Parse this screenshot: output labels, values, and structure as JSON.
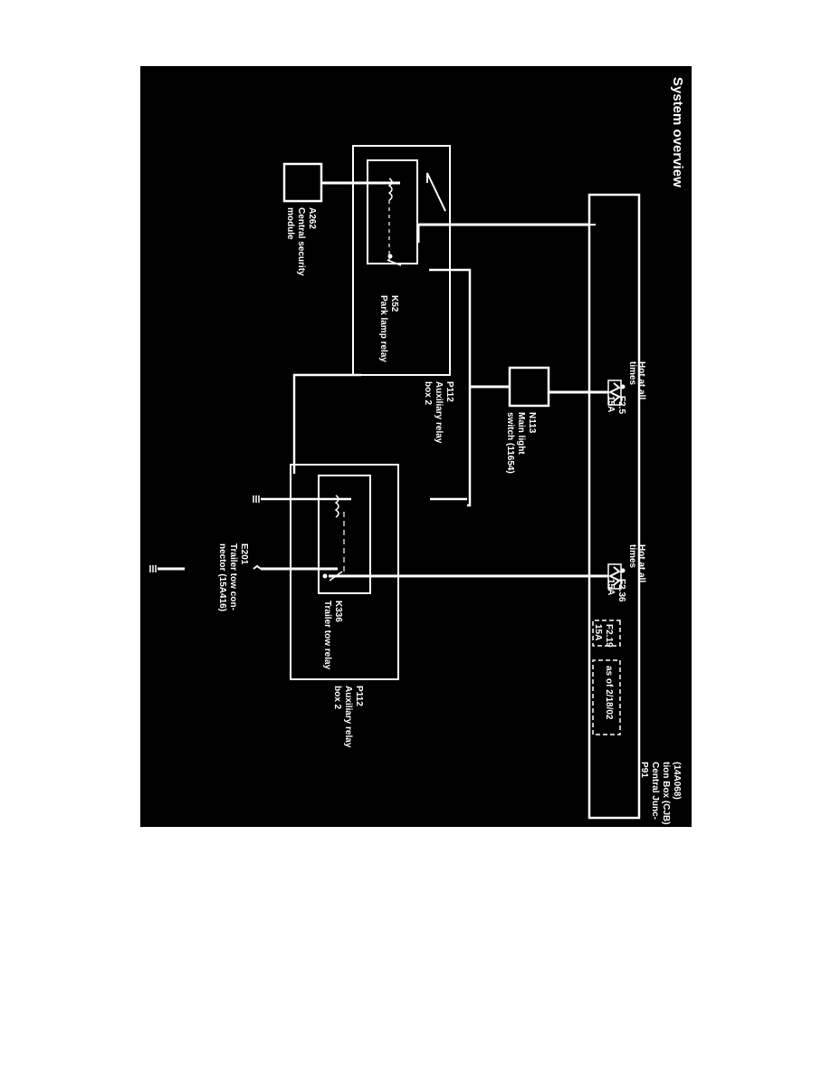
{
  "title": "System overview",
  "components": {
    "p91": {
      "id": "P91",
      "line1": "Central Junc-",
      "line2": "tion Box (CJB)",
      "line3": "(14A068)"
    },
    "hot1": {
      "line1": "Hot at all",
      "line2": "times"
    },
    "hot2": {
      "line1": "Hot at all",
      "line2": "times"
    },
    "fuse_f25": {
      "id": "F2.5",
      "rating": "15A"
    },
    "fuse_f236": {
      "id": "F2.36",
      "rating": "15A"
    },
    "fuse_f219": {
      "id": "F2.19",
      "rating": "15A",
      "note": "as of 2/18/02"
    },
    "n113": {
      "id": "N113",
      "line1": "Main light",
      "line2": "switch (11654)"
    },
    "a262": {
      "id": "A262",
      "line1": "Central security",
      "line2": "module"
    },
    "k52": {
      "id": "K52",
      "line1": "Park lamp relay"
    },
    "p112_a": {
      "id": "P112",
      "line1": "Auxiliary relay",
      "line2": "box 2"
    },
    "k336": {
      "id": "K336",
      "line1": "Trailer tow relay"
    },
    "p112_b": {
      "id": "P112",
      "line1": "Auxiliary relay",
      "line2": "box 2"
    },
    "e201": {
      "id": "E201",
      "line1": "Trailer tow con-",
      "line2": "nector (15A416)"
    }
  }
}
